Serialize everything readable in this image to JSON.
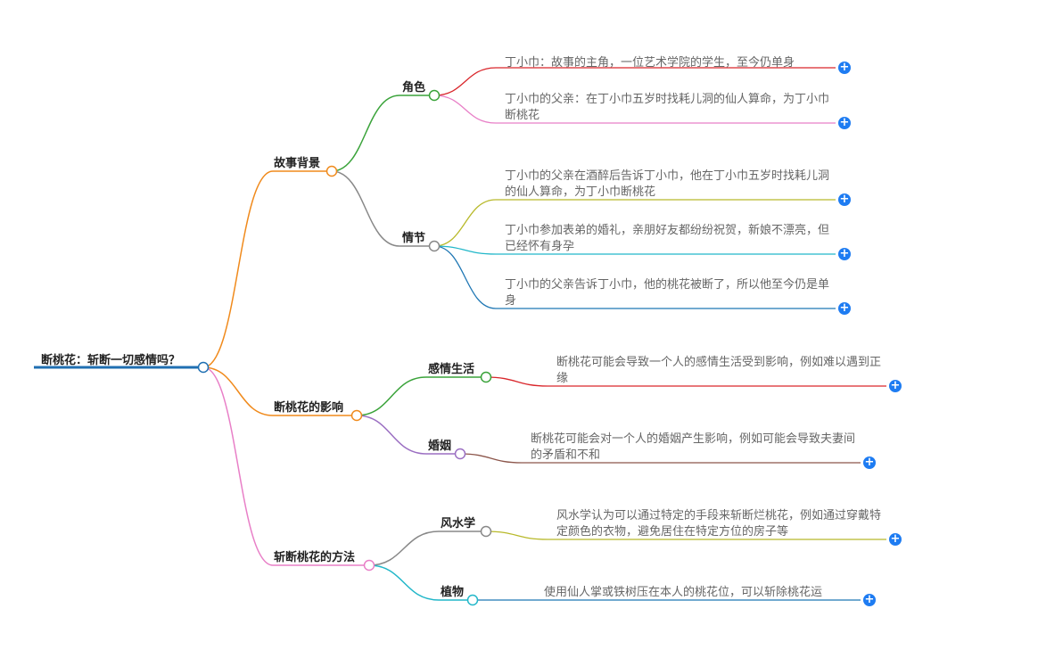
{
  "root": {
    "label": "断桃花：斩断一切感情吗？",
    "color": "#1f6fb2"
  },
  "branches": [
    {
      "label": "故事背景",
      "color": "#f08a1c",
      "children": [
        {
          "label": "角色",
          "color": "#3aa33a",
          "leaves": [
            {
              "text": "丁小巾：故事的主角，一位艺术学院的学生，至今仍单身",
              "color": "#d9262b"
            },
            {
              "text": "丁小巾的父亲：在丁小巾五岁时找耗儿洞的仙人算命，为丁小巾断桃花",
              "color": "#e87fc7"
            }
          ]
        },
        {
          "label": "情节",
          "color": "#888888",
          "leaves": [
            {
              "text": "丁小巾的父亲在酒醉后告诉丁小巾，他在丁小巾五岁时找耗儿洞的仙人算命，为丁小巾断桃花",
              "color": "#b8b92a"
            },
            {
              "text": "丁小巾参加表弟的婚礼，亲朋好友都纷纷祝贺，新娘不漂亮，但已经怀有身孕",
              "color": "#22b7c9"
            },
            {
              "text": "丁小巾的父亲告诉丁小巾，他的桃花被断了，所以他至今仍是单身",
              "color": "#1f77b4"
            }
          ]
        }
      ]
    },
    {
      "label": "断桃花的影响",
      "color": "#f08a1c",
      "children": [
        {
          "label": "感情生活",
          "color": "#3aa33a",
          "leaves": [
            {
              "text": "断桃花可能会导致一个人的感情生活受到影响，例如难以遇到正缘",
              "color": "#d9262b"
            }
          ]
        },
        {
          "label": "婚姻",
          "color": "#9b6fc2",
          "leaves": [
            {
              "text": "断桃花可能会对一个人的婚姻产生影响，例如可能会导致夫妻间的矛盾和不和",
              "color": "#8c564b"
            }
          ]
        }
      ]
    },
    {
      "label": "斩断桃花的方法",
      "color": "#e87fc7",
      "children": [
        {
          "label": "风水学",
          "color": "#888888",
          "leaves": [
            {
              "text": "风水学认为可以通过特定的手段来斩断烂桃花，例如通过穿戴特定颜色的衣物，避免居住在特定方位的房子等",
              "color": "#b8b92a"
            }
          ]
        },
        {
          "label": "植物",
          "color": "#22b7c9",
          "leaves": [
            {
              "text": "使用仙人掌或铁树压在本人的桃花位，可以斩除桃花运",
              "color": "#1f77b4"
            }
          ]
        }
      ]
    }
  ]
}
